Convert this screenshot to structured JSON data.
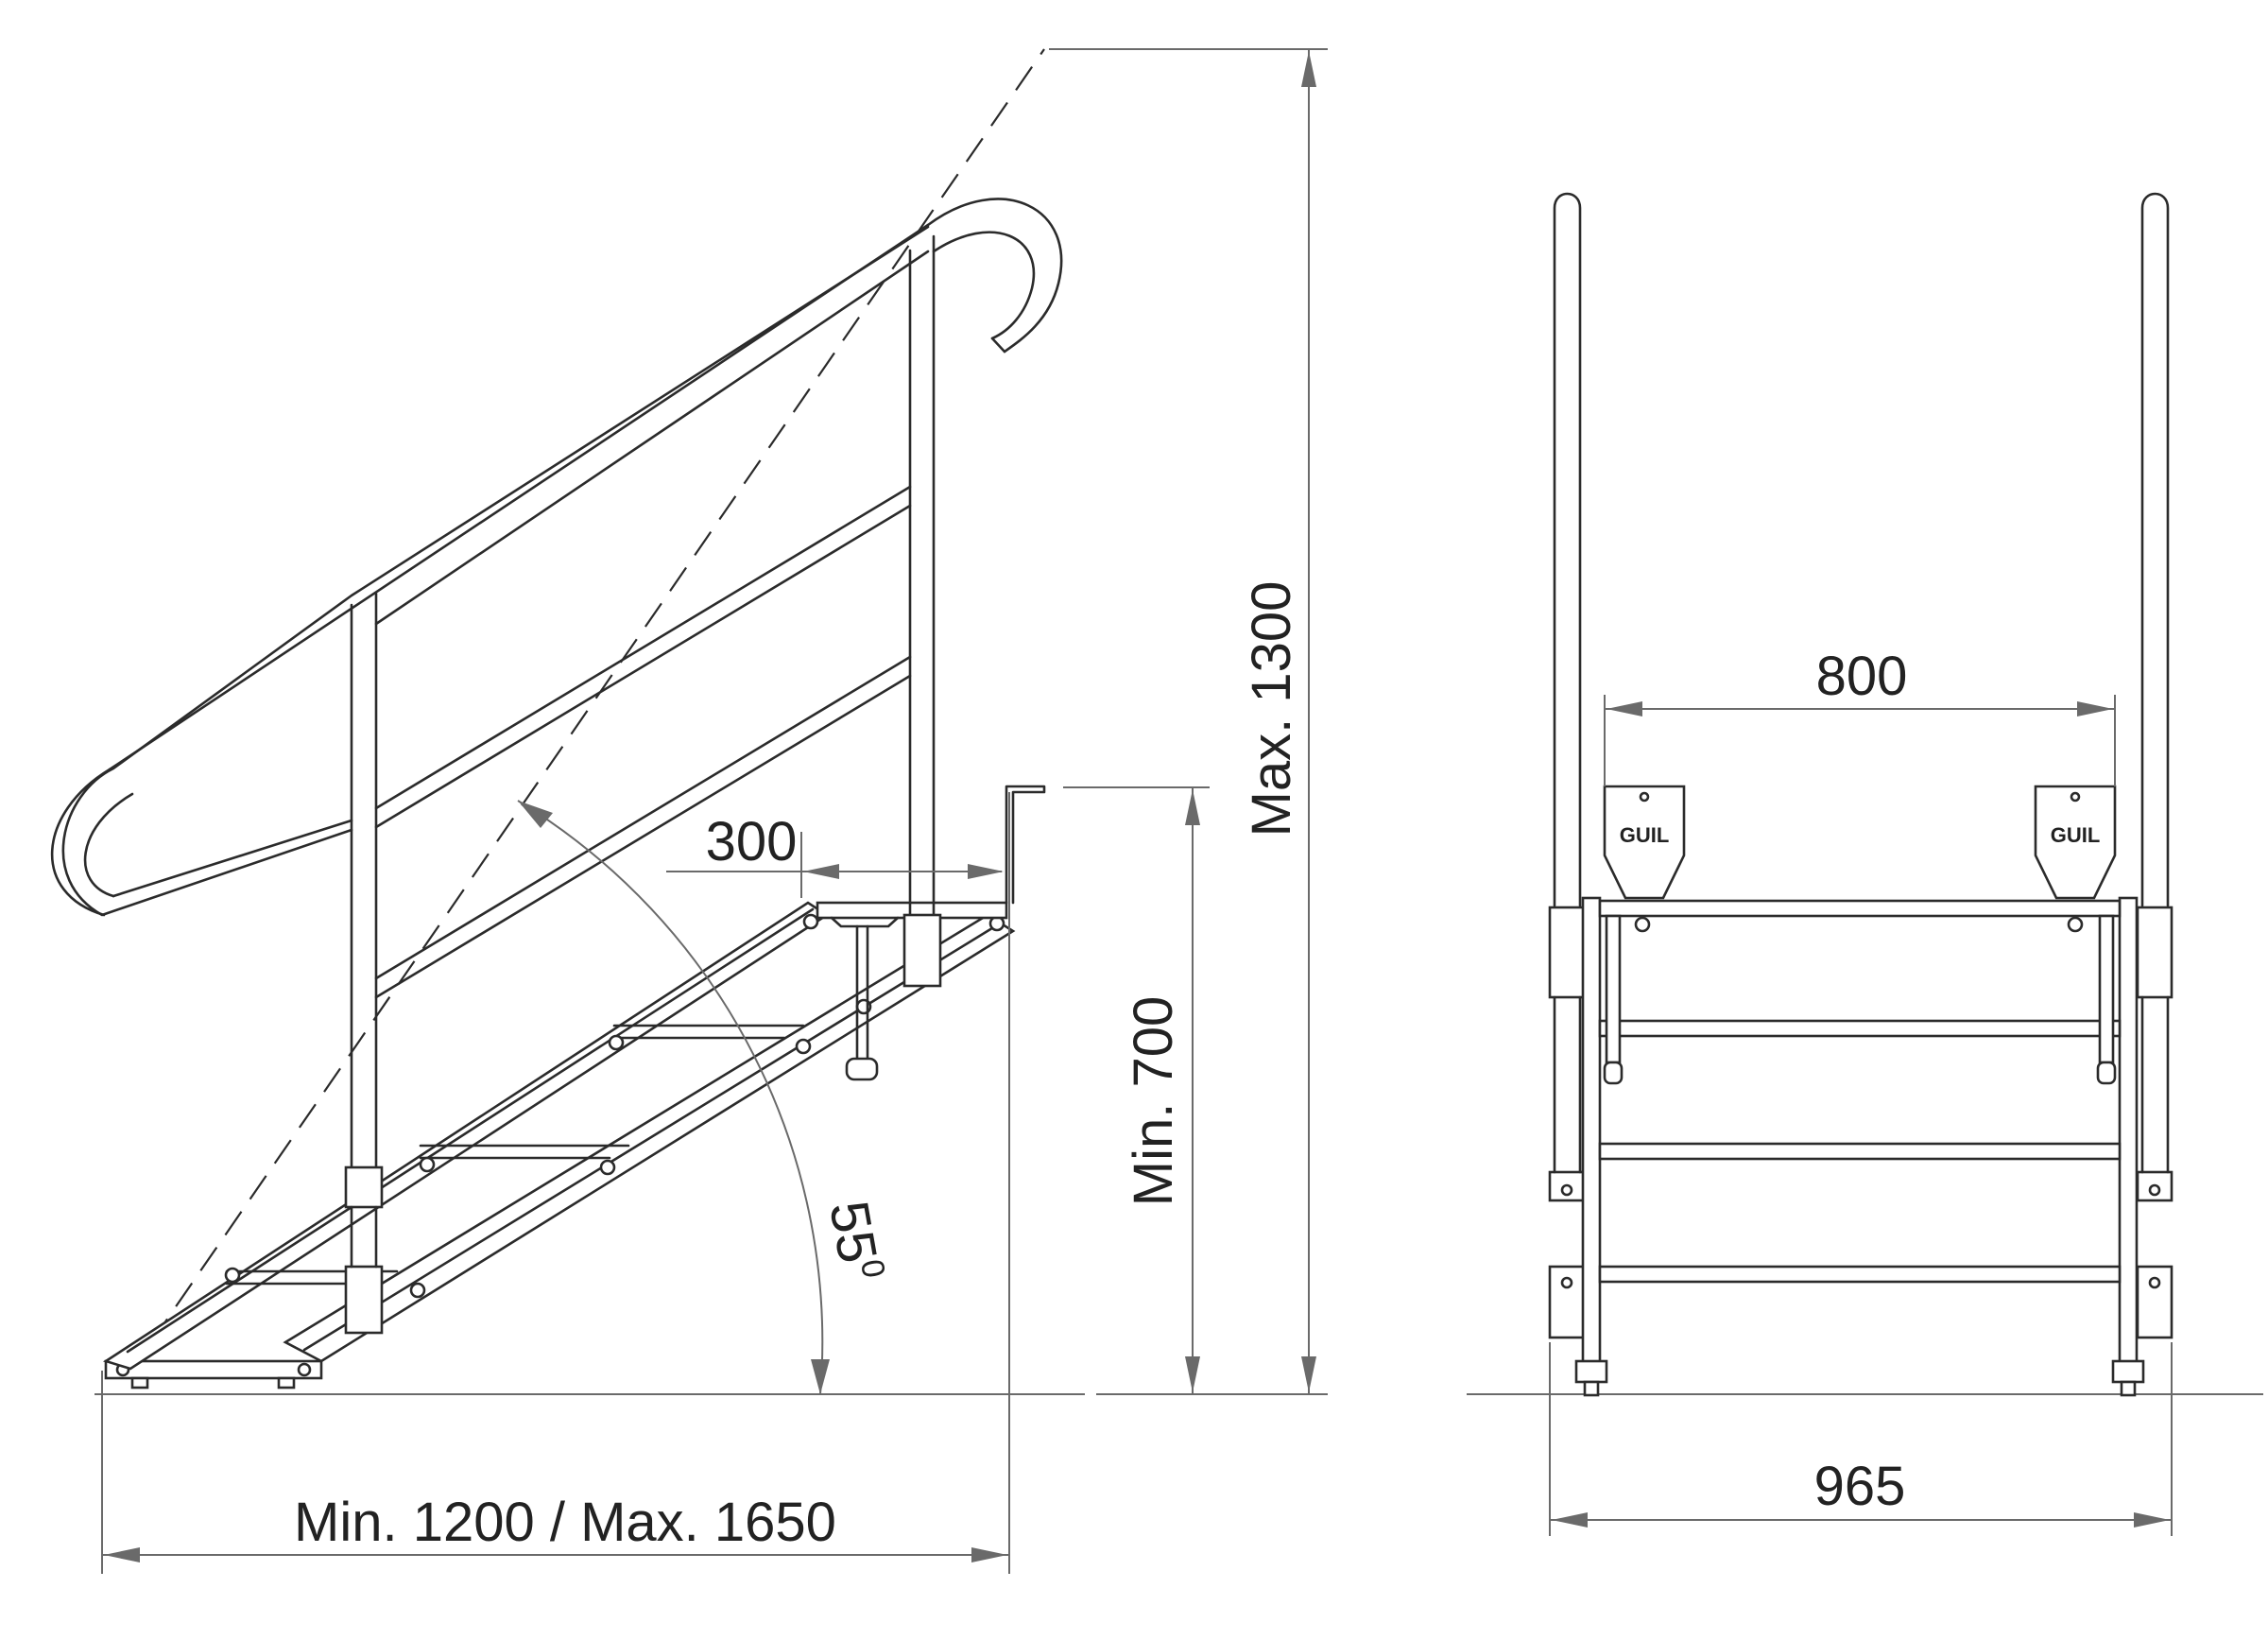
{
  "dimensions": {
    "side_height": "Max. 1300",
    "platform_height": "Min. 700",
    "platform_depth": "300",
    "angle_value": "55",
    "angle_unit": "0",
    "total_length": "Min. 1200 / Max. 1650",
    "inner_width": "800",
    "outer_width": "965"
  },
  "brand_label": "GUIL",
  "colors": {
    "line": "#2b2b2b",
    "dimension": "#6a6a6a",
    "background": "#ffffff"
  }
}
